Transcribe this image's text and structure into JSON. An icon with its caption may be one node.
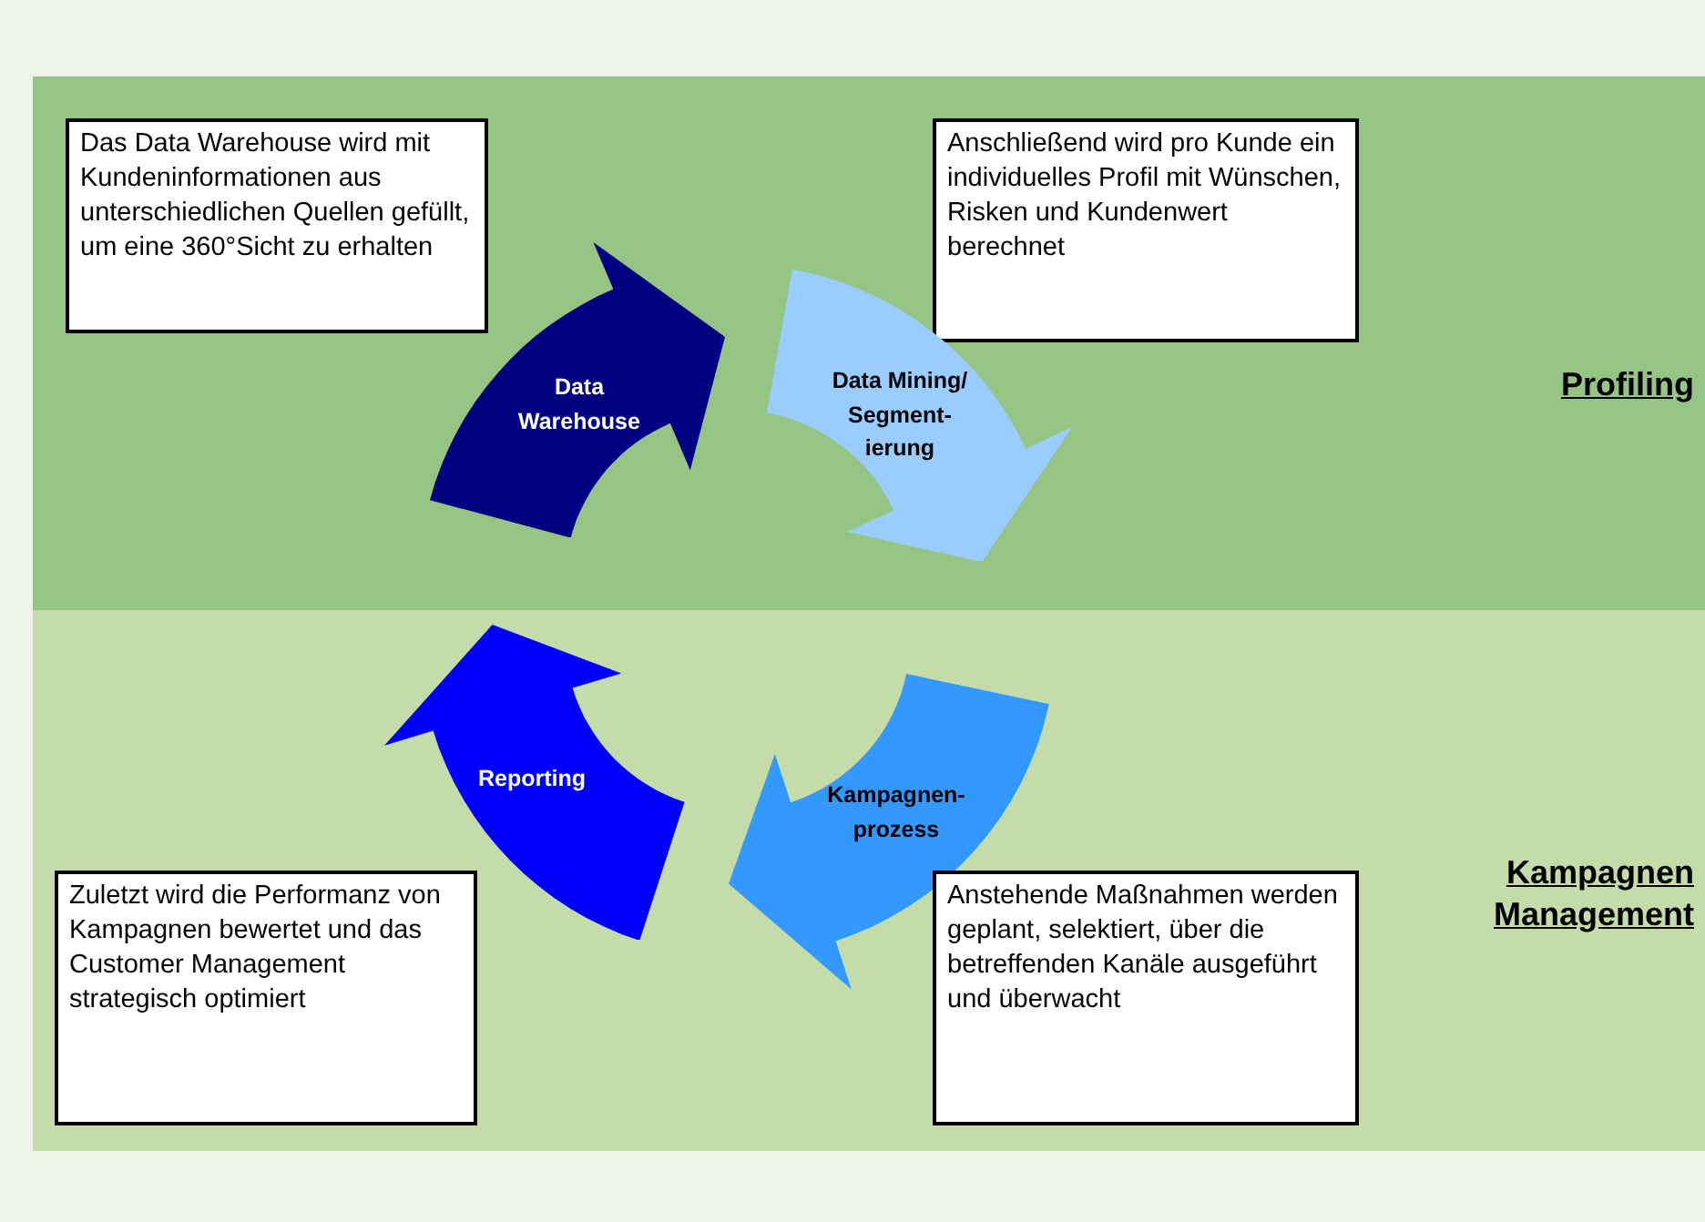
{
  "diagram": {
    "nodes": [
      {
        "text": [
          "Profiling"
        ]
      },
      {
        "text": [
          "Das Data Warehouse wird mit Kundeninformationen aus unterschiedlichen Quellen gefüllt, um eine 360°Sicht zu erhalten"
        ],
        "in": 0
      },
      {
        "text": [
          "Anschließend wird pro Kunde ein individuelles Profil mit Wünschen, Risken und Kundenwert berechnet"
        ],
        "in": 0
      },
      {
        "text": [
          "Data Warehouse"
        ],
        "in": 0
      },
      {
        "text": [
          "Data Mining/ Segment- ierung"
        ],
        "in": 0
      },
      {
        "text": [
          "Kampagnen Management"
        ]
      },
      {
        "text": [
          "Reporting"
        ],
        "in": 5
      },
      {
        "text": [
          "Kampagnen- prozess"
        ],
        "in": 5
      },
      {
        "text": [
          "Zuletzt wird die Performanz von Kampagnen bewertet und das Customer Management strategisch optimiert"
        ],
        "in": 5
      },
      {
        "text": [
          "Anstehende Maßnahmen werden geplant, selektiert, über die betreffenden Kanäle ausgeführt und überwacht"
        ],
        "in": 5
      }
    ]
  }
}
